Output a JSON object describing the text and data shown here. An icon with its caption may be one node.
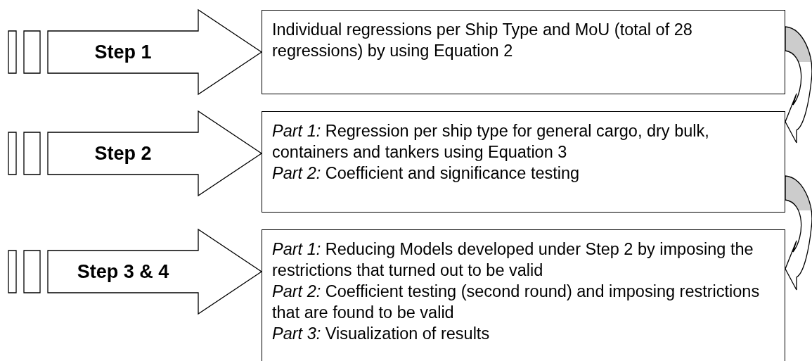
{
  "diagram": {
    "nodes": [
      {
        "text": [
          "Individual regressions per Ship Type and MoU (total of 28 regressions) by using Equation 2"
        ]
      },
      {
        "text": [
          "*Part 1:* Regression per ship type for general cargo, dry bulk, containers and tankers using Equation 3",
          "*Part 2:* Coefficient and significance testing"
        ]
      },
      {
        "text": [
          "*Part 1:* Reducing Models developed under Step 2 by imposing the restrictions that turned out to be valid",
          "*Part 2:* Coefficient testing (second round) and imposing restrictions that are found to be valid",
          "*Part 3:* Visualization of results"
        ]
      }
    ],
    "edges": [
      {
        "from": null,
        "to": 0,
        "arrow": "to",
        "label": "Step 1"
      },
      {
        "from": null,
        "to": 1,
        "arrow": "to",
        "label": "Step 2"
      },
      {
        "from": null,
        "to": 2,
        "arrow": "to",
        "label": "Step 3 & 4"
      },
      {
        "from": 0,
        "to": 1,
        "arrow": "to"
      },
      {
        "from": 1,
        "to": 2,
        "arrow": "to"
      }
    ]
  }
}
